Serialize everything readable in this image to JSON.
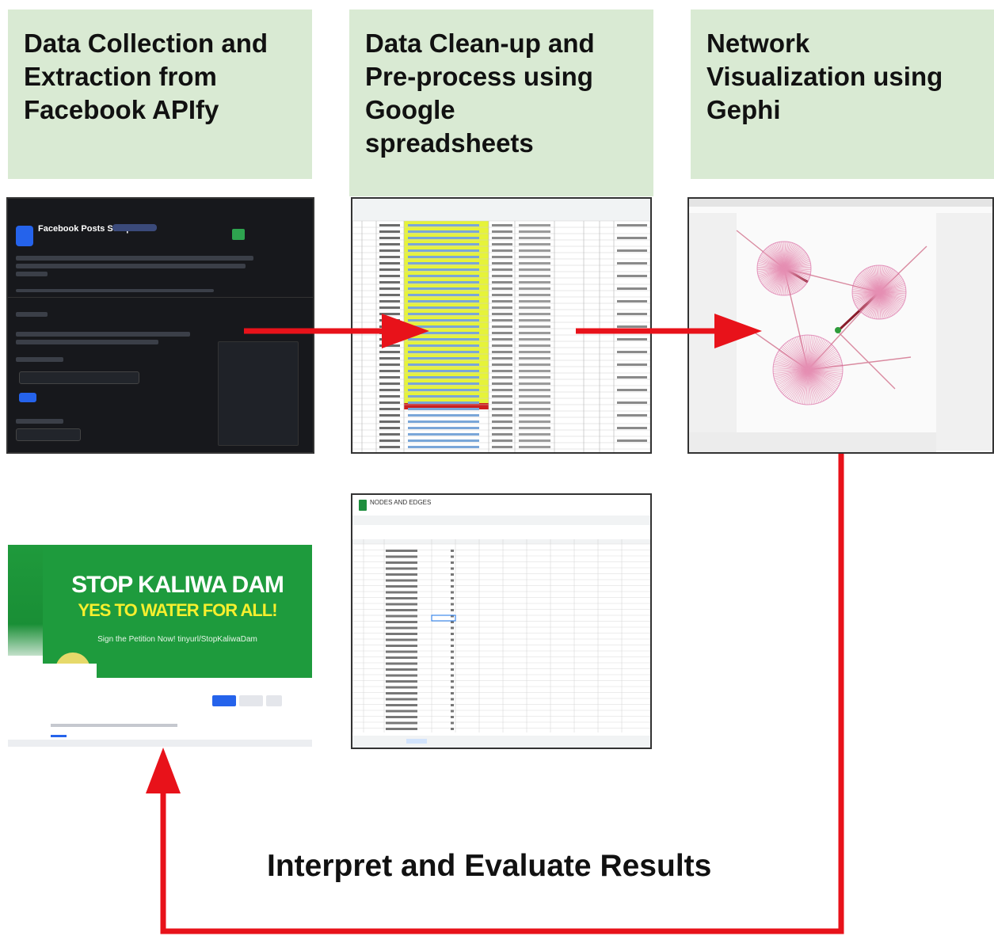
{
  "stages": [
    {
      "id": "collect",
      "title": "Data Collection and\nExtraction from\nFacebook APIfy"
    },
    {
      "id": "clean",
      "title": "Data Clean-up and\nPre-process using\nGoogle\nspreadsheets"
    },
    {
      "id": "visualize",
      "title": "Network\nVisualization using\nGephi"
    }
  ],
  "screenshots": {
    "apify": {
      "header": "Facebook Posts Scraper"
    },
    "campaign": {
      "headline": "STOP KALIWA DAM",
      "subline": "YES TO WATER FOR ALL!",
      "petition": "Sign the Petition Now! tinyurl/StopKaliwaDam"
    },
    "nodes_sheet": {
      "file_title": "NODES AND EDGES"
    }
  },
  "caption": "Interpret and Evaluate Results",
  "colors": {
    "box": "#d9ead3",
    "arrow": "#e8121a",
    "campaign_green": "#1b9e3a",
    "highlight": "#e6f33a"
  }
}
